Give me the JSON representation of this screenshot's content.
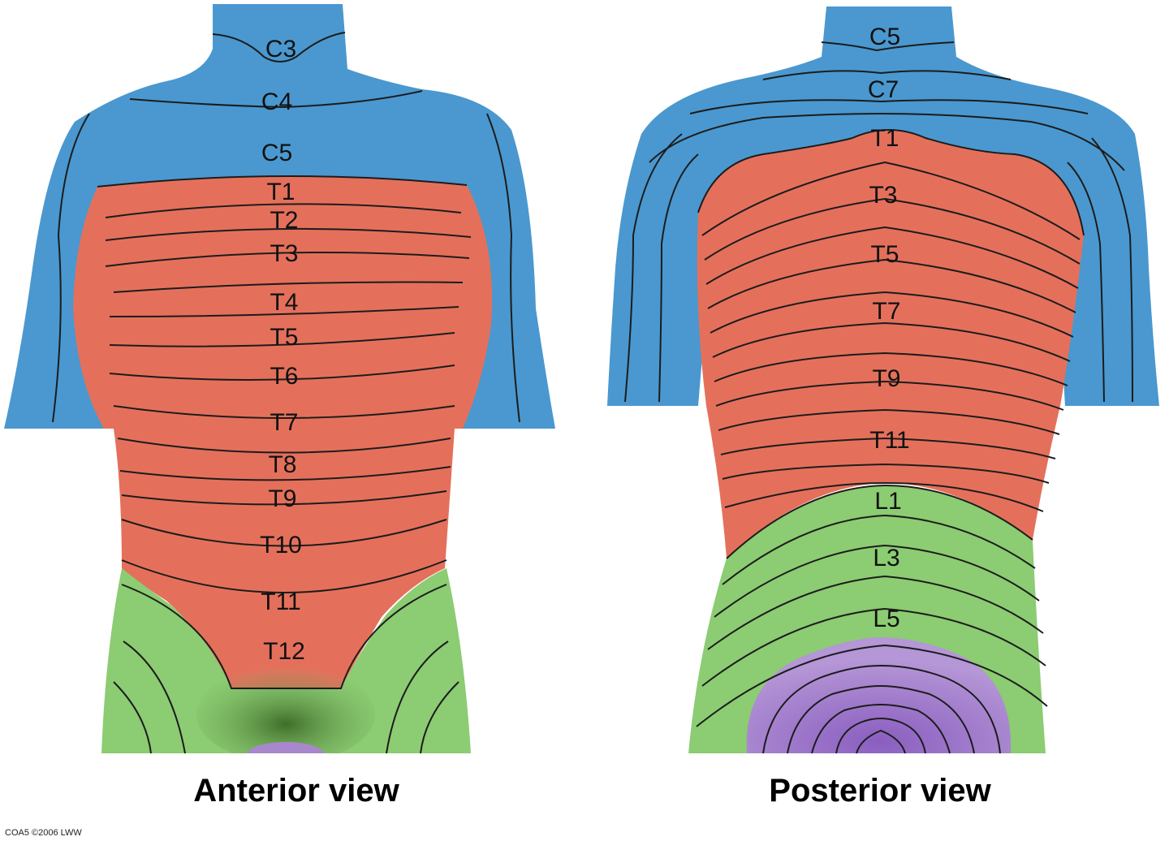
{
  "colors": {
    "cervical": "#4a98cf",
    "thoracic": "#e4705c",
    "lumbar": "#8ccc72",
    "sacral": "#a987cc",
    "background": "#ffffff"
  },
  "anterior": {
    "caption": "Anterior view",
    "labels": [
      "C3",
      "C4",
      "C5",
      "T1",
      "T2",
      "T3",
      "T4",
      "T5",
      "T6",
      "T7",
      "T8",
      "T9",
      "T10",
      "T11",
      "T12"
    ]
  },
  "posterior": {
    "caption": "Posterior view",
    "labels": [
      "C5",
      "C7",
      "T1",
      "T3",
      "T5",
      "T7",
      "T9",
      "T11",
      "L1",
      "L3",
      "L5"
    ]
  },
  "credit": "COA5 ©2006 LWW"
}
